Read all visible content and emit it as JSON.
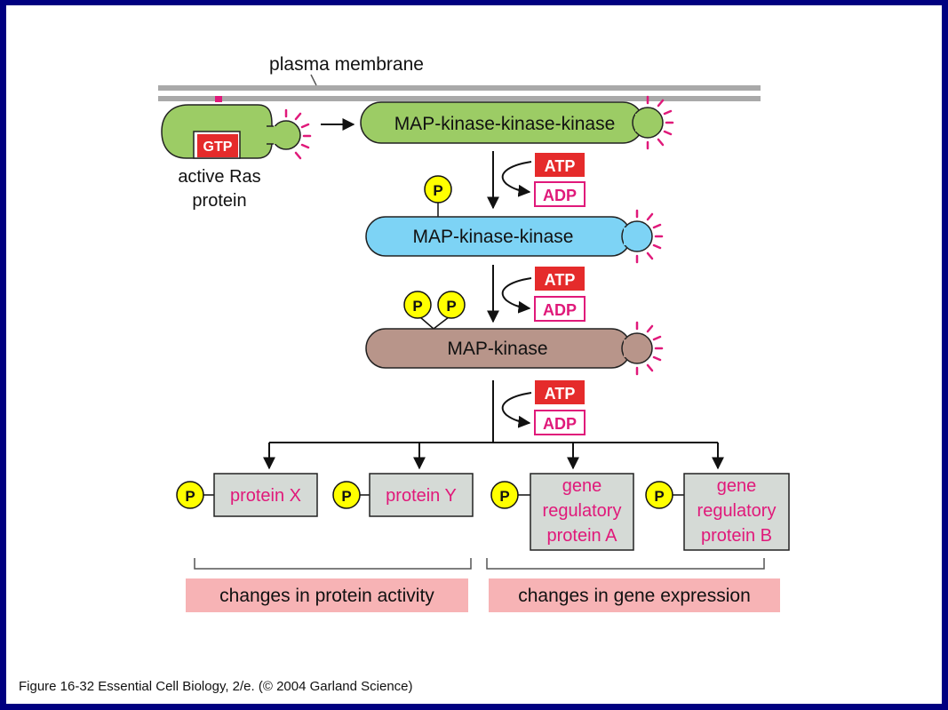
{
  "membrane_label": "plasma membrane",
  "ras": {
    "gtp_label": "GTP",
    "label_line1": "active Ras",
    "label_line2": "protein"
  },
  "kinases": {
    "mapkkk": "MAP-kinase-kinase-kinase",
    "mapkk": "MAP-kinase-kinase",
    "mapk": "MAP-kinase"
  },
  "atp_label": "ATP",
  "adp_label": "ADP",
  "phosphate_label": "P",
  "targets": {
    "protein_x": "protein X",
    "protein_y": "protein Y",
    "gene_a": [
      "gene",
      "regulatory",
      "protein A"
    ],
    "gene_b": [
      "gene",
      "regulatory",
      "protein B"
    ]
  },
  "outcomes": {
    "protein_activity": "changes in protein activity",
    "gene_expression": "changes in gene expression"
  },
  "caption": "Figure 16-32  Essential Cell Biology, 2/e. (© 2004 Garland Science)",
  "colors": {
    "frame": "#000080",
    "membrane": "#a9a9a9",
    "mapkkk_fill": "#9ccc65",
    "mapkk_fill": "#7dd3f5",
    "mapk_fill": "#b8958a",
    "atp_fill": "#e52b2b",
    "magenta": "#e0197a",
    "phosphate": "#ffff00",
    "target_box": "#d5dad6",
    "outcome_bar": "#f7b3b5"
  }
}
